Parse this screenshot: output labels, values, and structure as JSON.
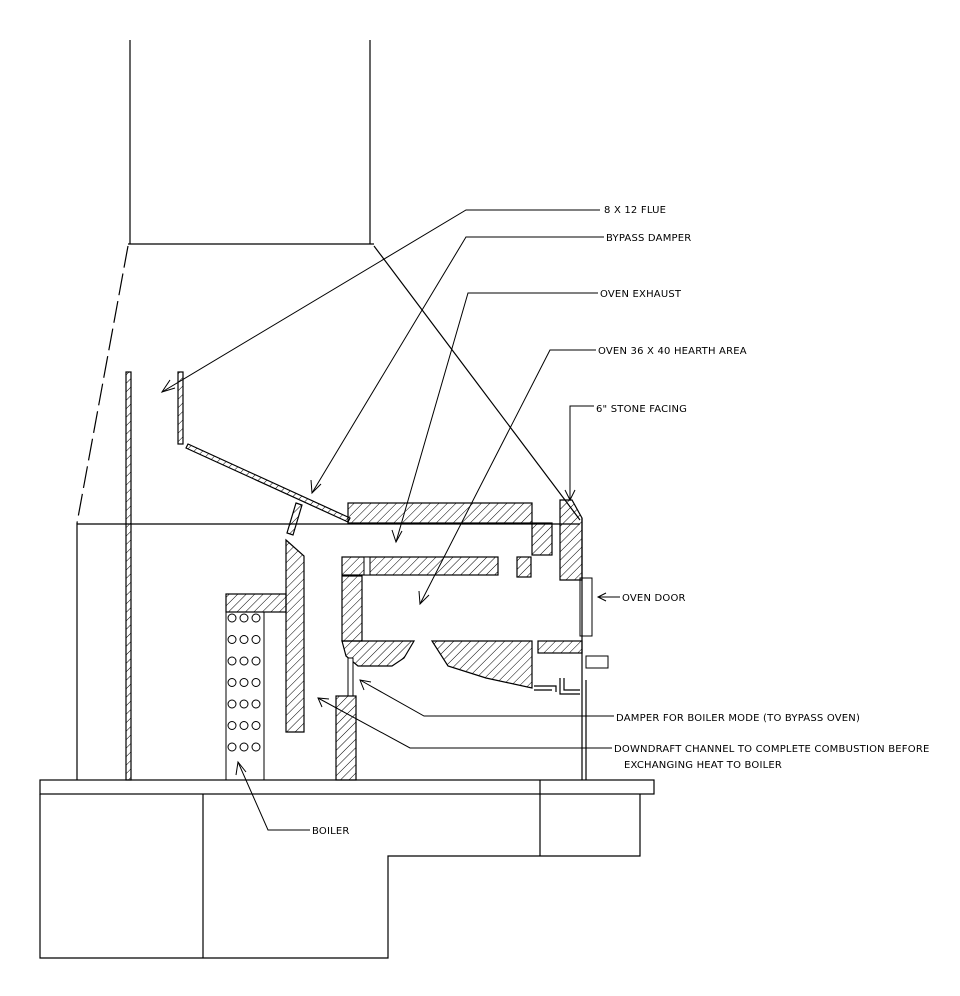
{
  "labels": {
    "flue": "8 X 12 FLUE",
    "bypass_damper": "BYPASS DAMPER",
    "oven_exhaust": "OVEN EXHAUST",
    "oven_area": "OVEN 36 X 40 HEARTH AREA",
    "stone_facing": "6\" STONE FACING",
    "oven_door": "OVEN DOOR",
    "boiler_damper": "DAMPER FOR BOILER MODE (TO BYPASS OVEN)",
    "downdraft_line1": "DOWNDRAFT CHANNEL TO COMPLETE COMBUSTION BEFORE",
    "downdraft_line2": "EXCHANGING HEAT TO BOILER",
    "boiler": "BOILER"
  }
}
